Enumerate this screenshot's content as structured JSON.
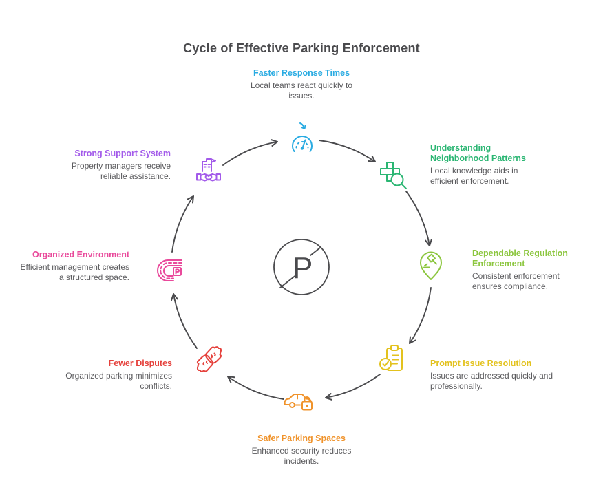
{
  "title": "Cycle of Effective Parking Enforcement",
  "colors": {
    "ink": "#4a4a4d",
    "description_text": "#5b5b5e"
  },
  "center": {
    "label": "P",
    "icon": "no-parking-sign-icon"
  },
  "flow": {
    "direction": "clockwise",
    "arrow_count": 8
  },
  "nodes": [
    {
      "id": "faster-response-times",
      "position": "top",
      "icon": "speedometer-icon",
      "color": "#29abe2",
      "title": "Faster Response Times",
      "description": "Local teams react quickly to issues."
    },
    {
      "id": "understanding-neighborhood-patterns",
      "position": "top-right",
      "icon": "map-blocks-magnifier-icon",
      "color": "#2bb673",
      "title": "Understanding Neighborhood Patterns",
      "description": "Local knowledge aids in efficient enforcement."
    },
    {
      "id": "dependable-regulation-enforcement",
      "position": "right",
      "icon": "gavel-pin-icon",
      "color": "#8cc63f",
      "title": "Dependable Regulation Enforcement",
      "description": "Consistent enforcement ensures compliance."
    },
    {
      "id": "prompt-issue-resolution",
      "position": "bottom-right",
      "icon": "checklist-clipboard-icon",
      "color": "#e3c21e",
      "title": "Prompt Issue Resolution",
      "description": "Issues are addressed quickly and professionally."
    },
    {
      "id": "safer-parking-spaces",
      "position": "bottom",
      "icon": "car-lock-icon",
      "color": "#f0932b",
      "title": "Safer Parking Spaces",
      "description": "Enhanced security reduces incidents."
    },
    {
      "id": "fewer-disputes",
      "position": "bottom-left",
      "icon": "conflict-fists-icon",
      "color": "#e5413c",
      "title": "Fewer Disputes",
      "description": "Organized parking minimizes conflicts."
    },
    {
      "id": "organized-environment",
      "position": "left",
      "icon": "curved-road-parking-icon",
      "color": "#e9499b",
      "title": "Organized Environment",
      "description": "Efficient management creates a structured space."
    },
    {
      "id": "strong-support-system",
      "position": "top-left",
      "icon": "building-handshake-icon",
      "color": "#a35bea",
      "title": "Strong Support System",
      "description": "Property managers receive reliable assistance."
    }
  ]
}
